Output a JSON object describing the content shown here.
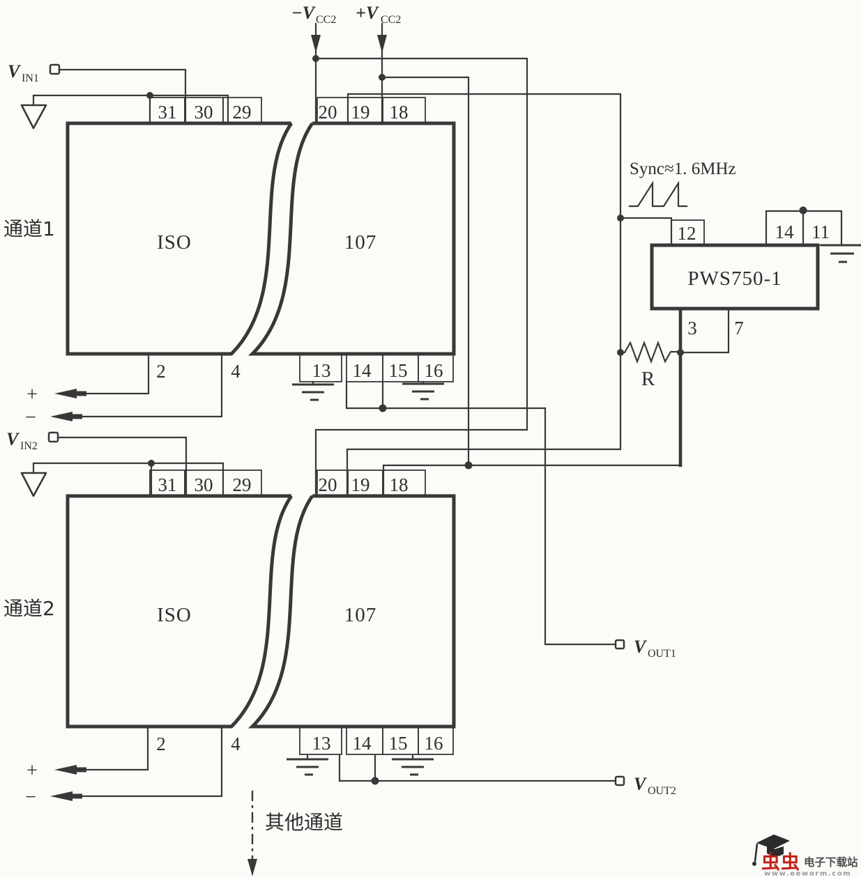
{
  "labels": {
    "vcc_neg": {
      "v": "−V",
      "sub": "CC2"
    },
    "vcc_pos": {
      "v": "+V",
      "sub": "CC2"
    },
    "vin1": {
      "v": "V",
      "sub": "IN1"
    },
    "vin2": {
      "v": "V",
      "sub": "IN2"
    },
    "vout1": {
      "v": "V",
      "sub": "OUT1"
    },
    "vout2": {
      "v": "V",
      "sub": "OUT2"
    },
    "sync": "Sync≈1. 6MHz",
    "resistor": "R",
    "channel1": "通道1",
    "channel2": "通道2",
    "other_channels": "其他通道",
    "plus": "+",
    "minus": "−"
  },
  "blocks": {
    "iso": "ISO",
    "chip": "107",
    "pws": "PWS750-1"
  },
  "pins": {
    "block1": {
      "p31": "31",
      "p30": "30",
      "p29": "29",
      "p20": "20",
      "p19": "19",
      "p18": "18",
      "p2": "2",
      "p4": "4",
      "p13": "13",
      "p14": "14",
      "p15": "15",
      "p16": "16"
    },
    "block2": {
      "p31": "31",
      "p30": "30",
      "p29": "29",
      "p20": "20",
      "p19": "19",
      "p18": "18",
      "p2": "2",
      "p4": "4",
      "p13": "13",
      "p14": "14",
      "p15": "15",
      "p16": "16"
    },
    "pws": {
      "p12": "12",
      "p14": "14",
      "p11": "11",
      "p3": "3",
      "p7": "7"
    }
  },
  "watermark": {
    "brand": "虫虫",
    "site": "电子下载站",
    "url": "www.eeworm.com"
  },
  "colors": {
    "wire": "#383838",
    "background": "#fbfbf8",
    "logo_red": "#c2231a",
    "logo_gray": "#9a9a9a",
    "logo_site": "#4f4f4f",
    "logo_dark": "#2b2b2b"
  }
}
